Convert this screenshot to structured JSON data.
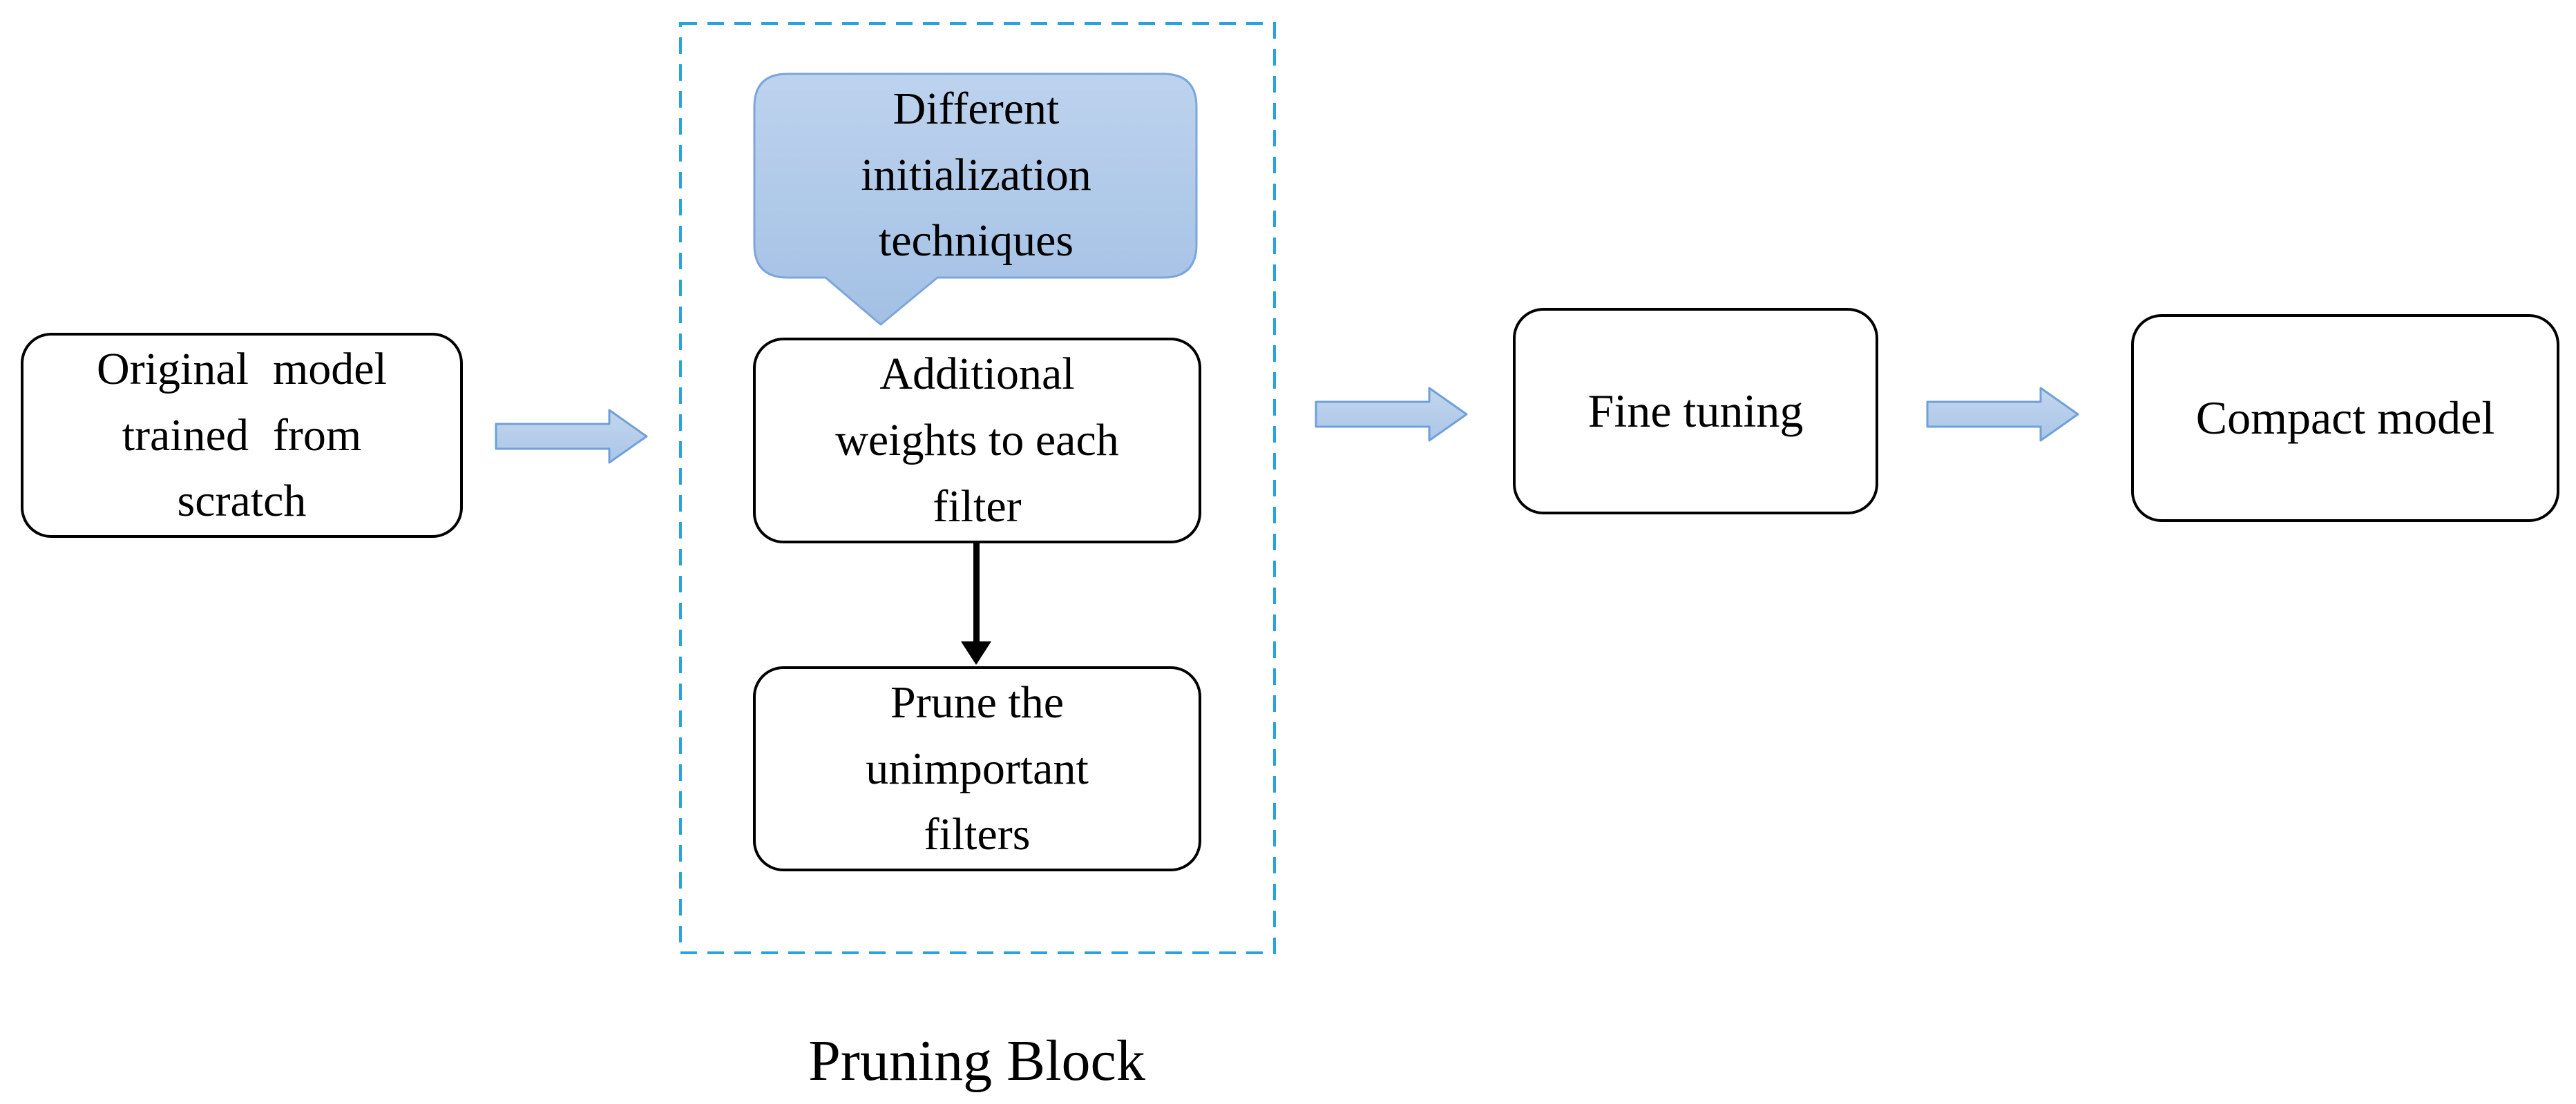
{
  "diagram": {
    "type": "flowchart",
    "nodes": {
      "original": {
        "lines": [
          "Original model",
          "trained from",
          "scratch"
        ]
      },
      "callout": {
        "lines": [
          "Different",
          "initialization",
          "techniques"
        ]
      },
      "additional": {
        "lines": [
          "Additional",
          "weights to each",
          "filter"
        ]
      },
      "prune": {
        "lines": [
          "Prune the",
          "unimportant",
          "filters"
        ]
      },
      "fine_tuning": {
        "label": "Fine tuning"
      },
      "compact": {
        "label": "Compact model"
      }
    },
    "container_label": "Pruning Block",
    "icons": {
      "flow_arrow_right": "arrow-right-icon",
      "flow_arrow_down": "arrow-down-icon"
    },
    "colors": {
      "dashed_border": "#29a3e0",
      "callout_fill_top": "#bdd3ee",
      "callout_fill_bottom": "#a3c0e4",
      "callout_border": "#7ca6da",
      "arrow_fill_top": "#c3d6ee",
      "arrow_fill_bottom": "#aac6e8",
      "arrow_border": "#6fa0d8",
      "box_border": "#000000",
      "text": "#000000",
      "background": "#ffffff"
    }
  }
}
